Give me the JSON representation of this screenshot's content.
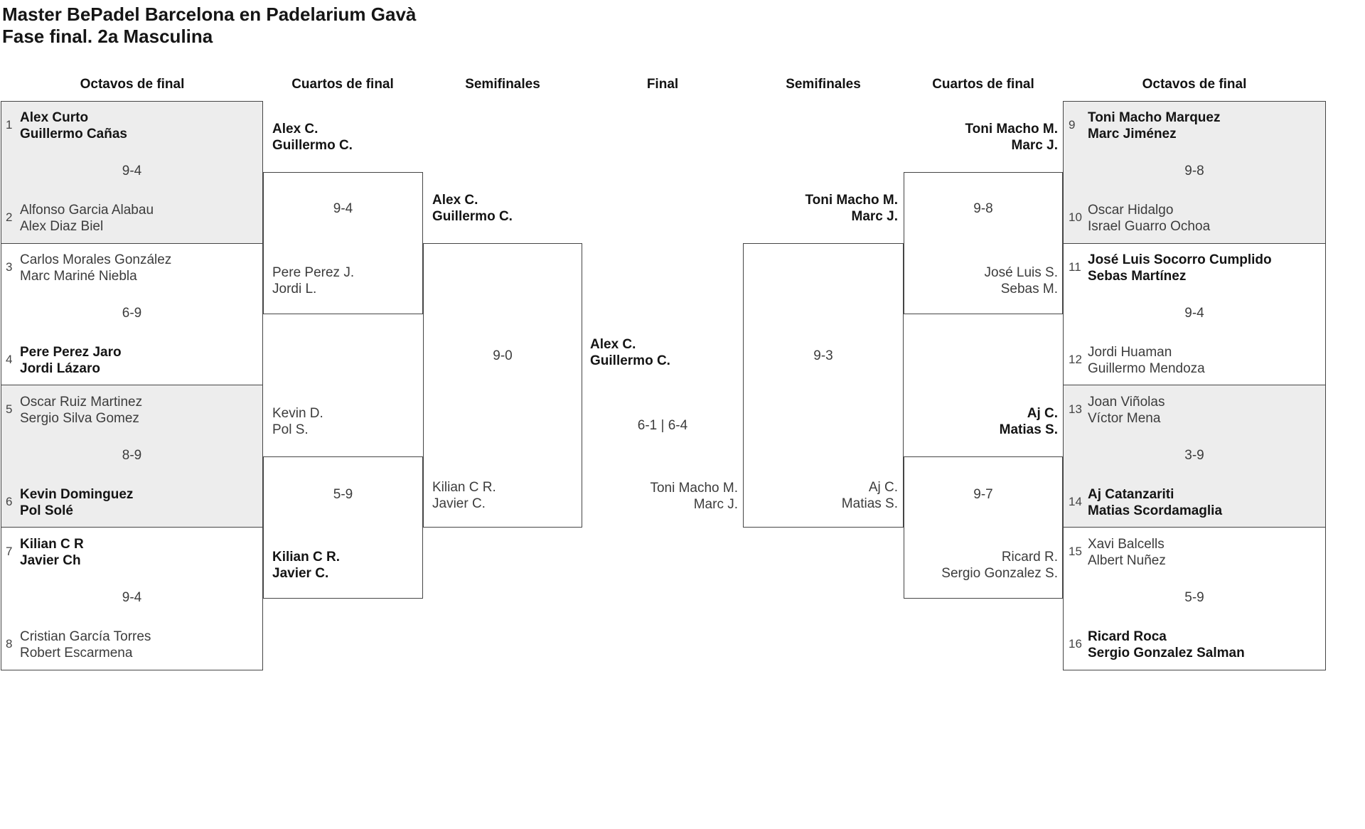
{
  "title": "Master BePadel Barcelona en Padelarium Gavà",
  "subtitle": "Fase final. 2a Masculina",
  "headers": [
    "Octavos de final",
    "Cuartos de final",
    "Semifinales",
    "Final",
    "Semifinales",
    "Cuartos de final",
    "Octavos de final"
  ],
  "colors": {
    "match_box_alt_bg": "#ededed",
    "border": "#454545",
    "winner_text": "#141414",
    "regular_text": "#3c3c3c"
  },
  "bracket": {
    "left": {
      "round_of_16": [
        {
          "seed1": "1",
          "team1": [
            "Alex Curto",
            "Guillermo Cañas"
          ],
          "score": "9-4",
          "seed2": "2",
          "team2": [
            "Alfonso Garcia Alabau",
            "Alex Diaz Biel"
          ],
          "winner": "team1"
        },
        {
          "seed1": "3",
          "team1": [
            "Carlos Morales González",
            "Marc Mariné Niebla"
          ],
          "score": "6-9",
          "seed2": "4",
          "team2": [
            "Pere Perez Jaro",
            "Jordi Lázaro"
          ],
          "winner": "team2"
        },
        {
          "seed1": "5",
          "team1": [
            "Oscar Ruiz Martinez",
            "Sergio Silva Gomez"
          ],
          "score": "8-9",
          "seed2": "6",
          "team2": [
            "Kevin Dominguez",
            "Pol Solé"
          ],
          "winner": "team2"
        },
        {
          "seed1": "7",
          "team1": [
            "Kilian C R",
            "Javier Ch"
          ],
          "score": "9-4",
          "seed2": "8",
          "team2": [
            "Cristian García Torres",
            "Robert Escarmena"
          ],
          "winner": "team1"
        }
      ],
      "quarterfinals": [
        {
          "team1": [
            "Alex C.",
            "Guillermo C."
          ],
          "score": "9-4",
          "team2": [
            "Pere Perez J.",
            "Jordi L."
          ],
          "winner": "team1"
        },
        {
          "team1": [
            "Kevin D.",
            "Pol S."
          ],
          "score": "5-9",
          "team2": [
            "Kilian C R.",
            "Javier C."
          ],
          "winner": "team2"
        }
      ],
      "semifinal": {
        "team1": [
          "Alex C.",
          "Guillermo C."
        ],
        "score": "9-0",
        "team2": [
          "Kilian C R.",
          "Javier C."
        ],
        "winner": "team1"
      }
    },
    "final": {
      "team1": [
        "Alex C.",
        "Guillermo C."
      ],
      "score": "6-1 | 6-4",
      "team2": [
        "Toni Macho M.",
        "Marc J."
      ],
      "winner": "team1"
    },
    "right": {
      "semifinal": {
        "team1": [
          "Toni Macho M.",
          "Marc J."
        ],
        "score": "9-3",
        "team2": [
          "Aj C.",
          "Matias S."
        ],
        "winner": "team1"
      },
      "quarterfinals": [
        {
          "team1": [
            "Toni Macho M.",
            "Marc J."
          ],
          "score": "9-8",
          "team2": [
            "José Luis S.",
            "Sebas M."
          ],
          "winner": "team1"
        },
        {
          "team1": [
            "Aj C.",
            "Matias S."
          ],
          "score": "9-7",
          "team2": [
            "Ricard R.",
            "Sergio Gonzalez S."
          ],
          "winner": "team1"
        }
      ],
      "round_of_16": [
        {
          "seed1": "9",
          "team1": [
            "Toni Macho Marquez",
            "Marc Jiménez"
          ],
          "score": "9-8",
          "seed2": "10",
          "team2": [
            "Oscar Hidalgo",
            "Israel Guarro Ochoa"
          ],
          "winner": "team1"
        },
        {
          "seed1": "11",
          "team1": [
            "José Luis Socorro Cumplido",
            "Sebas Martínez"
          ],
          "score": "9-4",
          "seed2": "12",
          "team2": [
            "Jordi Huaman",
            "Guillermo Mendoza"
          ],
          "winner": "team1"
        },
        {
          "seed1": "13",
          "team1": [
            "Joan Viñolas",
            "Víctor Mena"
          ],
          "score": "3-9",
          "seed2": "14",
          "team2": [
            "Aj Catanzariti",
            "Matias Scordamaglia"
          ],
          "winner": "team2"
        },
        {
          "seed1": "15",
          "team1": [
            "Xavi Balcells",
            "Albert Nuñez"
          ],
          "score": "5-9",
          "seed2": "16",
          "team2": [
            "Ricard Roca",
            "Sergio Gonzalez Salman"
          ],
          "winner": "team2"
        }
      ]
    }
  }
}
